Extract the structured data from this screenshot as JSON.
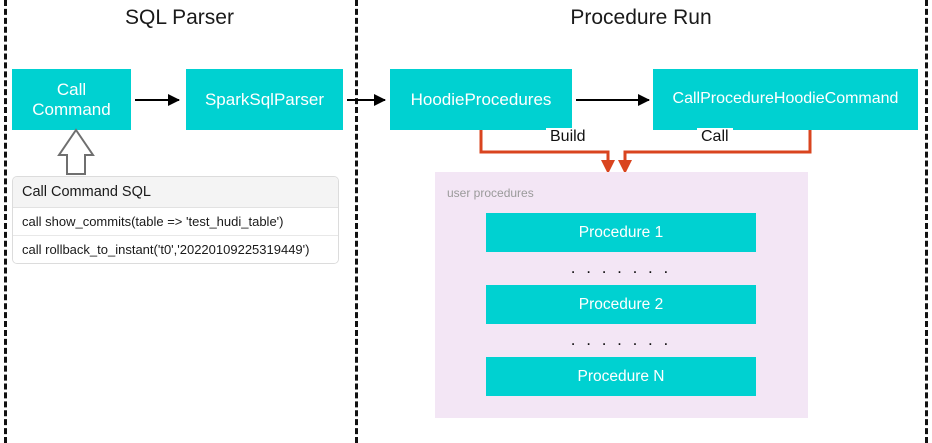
{
  "diagram": {
    "sections": [
      {
        "id": "sql-parser",
        "title": "SQL Parser"
      },
      {
        "id": "procedure-run",
        "title": "Procedure Run"
      }
    ],
    "nodes": {
      "call_command": "Call\nCommand",
      "call_command_line1": "Call",
      "call_command_line2": "Command",
      "spark_sql_parser": "SparkSqlParser",
      "hoodie_procedures": "HoodieProcedures",
      "call_procedure_hoodie_command": "CallProcedureHoodieCommand"
    },
    "connector_labels": {
      "build": "Build",
      "call": "Call"
    },
    "sql_panel": {
      "header": "Call Command SQL",
      "rows": [
        "call show_commits(table => 'test_hudi_table')",
        "call rollback_to_instant('t0','20220109225319449')"
      ]
    },
    "procedures_panel": {
      "label": "user procedures",
      "items": [
        "Procedure 1",
        "Procedure 2",
        "Procedure N"
      ],
      "separator": ". . . . . . ."
    },
    "colors": {
      "box_fill": "#00d1d1",
      "box_text": "#ffffff",
      "panel_fill": "#f3e6f5",
      "connector": "#d9441f",
      "arrow": "#000000",
      "divider": "#111111",
      "hollow_arrow_stroke": "#777777"
    }
  }
}
